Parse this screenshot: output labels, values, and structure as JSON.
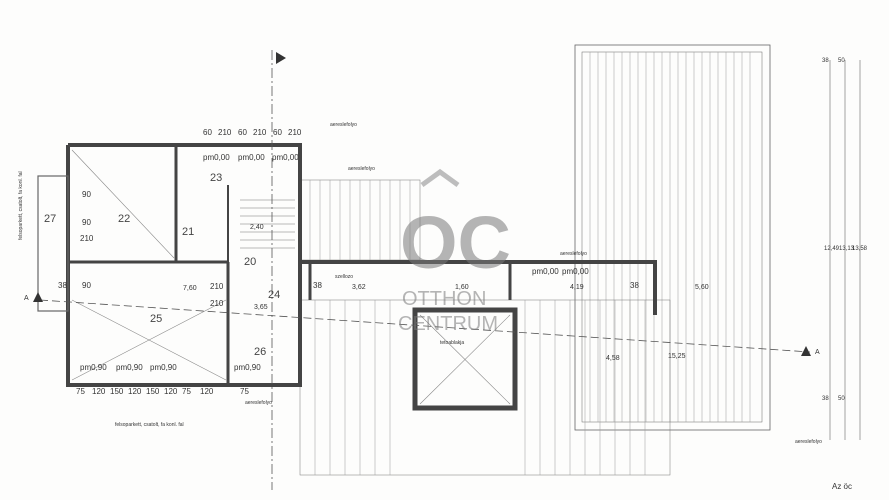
{
  "watermark": {
    "logo": "OC",
    "brand_line1": "OTTHON",
    "brand_line2": "CENTRUM"
  },
  "rooms": [
    "22",
    "23",
    "21",
    "20",
    "25",
    "26",
    "27",
    "24"
  ],
  "wall_labels": [
    "aereslefolyo",
    "aereslefolyo",
    "aereslefolyo",
    "aereslefolyo",
    "aereslefolyo"
  ],
  "window_labels": [
    "pm0,00",
    "pm0,00",
    "pm0,00",
    "pm0,90",
    "pm0,90",
    "pm0,90",
    "pm0,90",
    "pm0,00",
    "pm0,00"
  ],
  "top_dims": [
    "60",
    "210",
    "60",
    "210",
    "60",
    "210"
  ],
  "bottom_dims": [
    "75",
    "120",
    "150",
    "120",
    "150",
    "120",
    "75",
    "120",
    "75"
  ],
  "interior_dims": [
    "7,60",
    "3,62",
    "1,60",
    "4,19",
    "5,60",
    "3,65",
    "2,40",
    "4,58",
    "15,25"
  ],
  "right_dims": [
    "38",
    "50",
    "12,49",
    "13,13",
    "13,58",
    "38",
    "50"
  ],
  "small_notes": [
    "90",
    "90",
    "210",
    "210",
    "210",
    "90",
    "38",
    "38",
    "38"
  ],
  "side_notes": [
    "felsoparkett, csatolt, fa konl. fal"
  ],
  "section_marks": [
    "A",
    "A"
  ],
  "corner_note": "Az öc",
  "misc": [
    "szellozo",
    "tetoablakja"
  ]
}
